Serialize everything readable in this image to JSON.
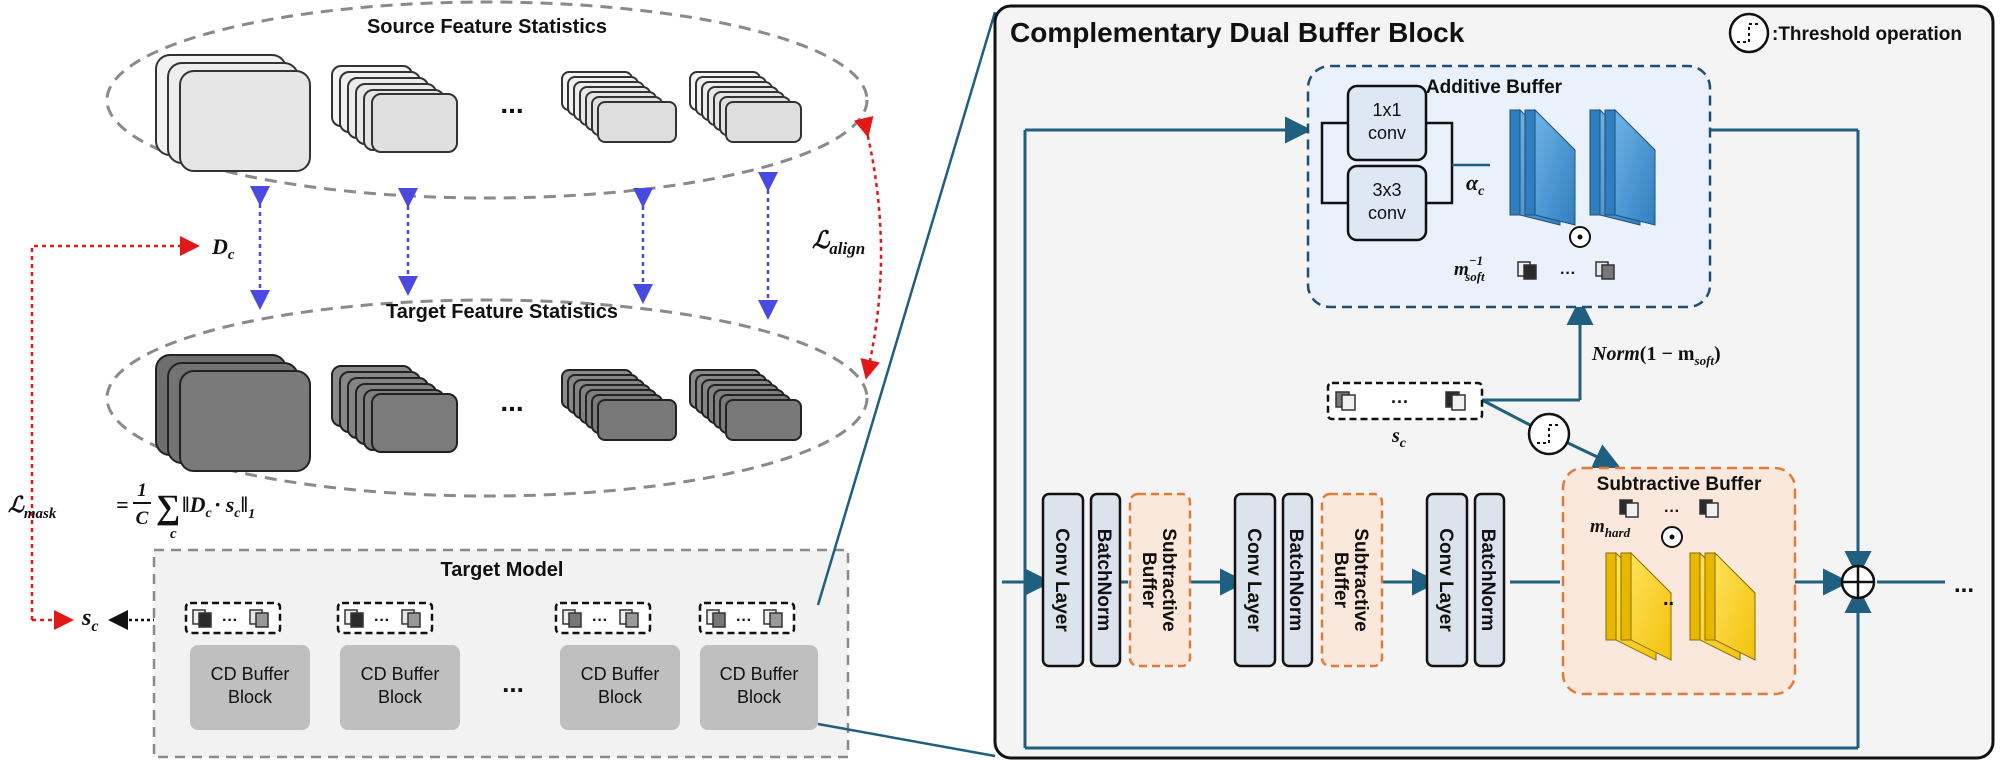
{
  "left": {
    "source_title": "Source Feature Statistics",
    "target_title": "Target Feature Statistics",
    "ellipsis": "...",
    "d_c": "D",
    "d_c_sub": "c",
    "l_align": "ℒ",
    "l_align_sub": "align",
    "l_mask": "ℒ",
    "l_mask_sub": "mask",
    "l_mask_eq": "=",
    "l_mask_frac_num": "1",
    "l_mask_frac_den": "C",
    "l_mask_sum": "∑",
    "l_mask_sum_sub": "c",
    "l_mask_norm": "‖D",
    "l_mask_norm_c": "c",
    "l_mask_dot": "· s",
    "l_mask_dot_c": "c",
    "l_mask_end": "‖",
    "l_mask_end_sub": "1",
    "s_c": "s",
    "s_c_sub": "c",
    "target_model_title": "Target Model",
    "cd_blocks": [
      {
        "line1": "CD Buffer",
        "line2": "Block"
      },
      {
        "line1": "CD Buffer",
        "line2": "Block"
      },
      {
        "line1": "CD Buffer",
        "line2": "Block"
      },
      {
        "line1": "CD Buffer",
        "line2": "Block"
      }
    ],
    "cd_ellipsis": "..."
  },
  "right": {
    "title": "Complementary Dual Buffer Block",
    "threshold_legend": ":Threshold operation",
    "additive_title": "Additive Buffer",
    "conv1_l1": "1x1",
    "conv1_l2": "conv",
    "conv3_l1": "3x3",
    "conv3_l2": "conv",
    "alpha": "α",
    "alpha_sub": "c",
    "m_soft": "m",
    "m_soft_sup": "−1",
    "m_soft_sub": "soft",
    "norm_label": "Norm",
    "norm_arg": "(1 − m",
    "norm_sub": "soft",
    "norm_end": ")",
    "s_c": "s",
    "s_c_sub": "c",
    "subtractive_title": "Subtractive Buffer",
    "m_hard": "m",
    "m_hard_sub": "hard",
    "odot": "⊙",
    "oplus": "⊕",
    "ellipsis": "...",
    "conv_layer": "Conv Layer",
    "batchnorm": "BatchNorm",
    "sub_buffer_l1": "Subtractive",
    "sub_buffer_l2": "Buffer"
  },
  "colors": {
    "dashed_gray": "#8a8a8a",
    "blue_arrow": "#4a4ae0",
    "red_arrow": "#e01818",
    "teal_line": "#1f5f80",
    "additive_fill": "#eaf1fb",
    "additive_border": "#1f4e79",
    "subtractive_fill": "#fbe8dc",
    "subtractive_border": "#e07b39",
    "conv_fill": "#dde3ec",
    "cd_block_fill": "#bfbfbf",
    "blue_feature": "#3d8fd1",
    "yellow_feature": "#ffd21f"
  }
}
